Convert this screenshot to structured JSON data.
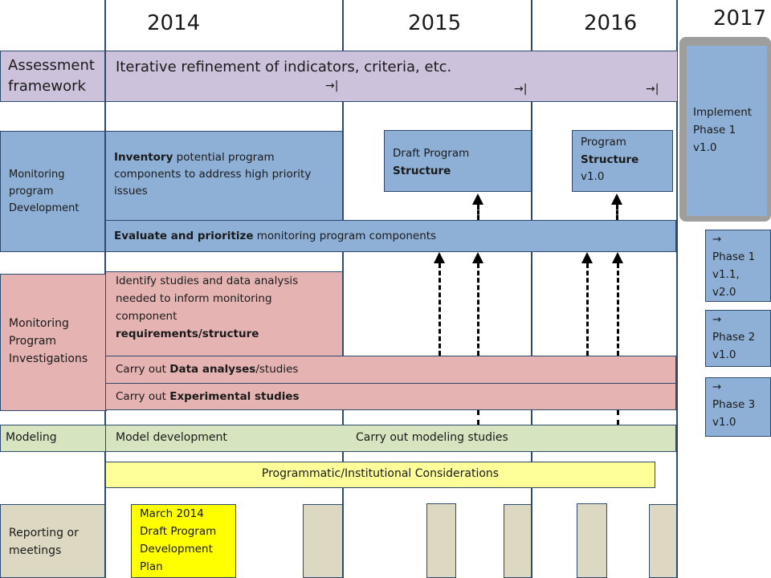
{
  "years": [
    "2014",
    "2015",
    "2016",
    "2017"
  ],
  "rows": {
    "assessment": "Assessment framework",
    "monitoring_dev": "Monitoring program Development",
    "investigations": "Monitoring Program Investigations",
    "modeling": "Modeling",
    "reporting": "Reporting or meetings"
  },
  "assessment_bar": {
    "text": "Iterative refinement of indicators, criteria, etc.",
    "marker": "→|"
  },
  "inventory": {
    "bold": "Inventory",
    "rest": " potential program components to address high priority issues"
  },
  "draft_structure": {
    "line1": "Draft Program",
    "bold": "Structure"
  },
  "program_structure": {
    "line1": "Program",
    "bold": "Structure",
    "line3": "v1.0"
  },
  "implement": "Implement Phase 1 v1.0",
  "evaluate": {
    "bold": "Evaluate and prioritize",
    "rest": " monitoring program components"
  },
  "identify": {
    "text": "Identify studies and data analysis needed to inform monitoring component",
    "bold": "requirements/structure"
  },
  "data_analyses": {
    "pre": "Carry out ",
    "bold": "Data analyses",
    "post": "/studies"
  },
  "experimental": {
    "pre": "Carry out ",
    "bold": "Experimental studies"
  },
  "model_development": "Model development",
  "modeling_studies": "Carry out modeling studies",
  "programmatic": "Programmatic/Institutional Considerations",
  "march_plan": "March 2014 Draft Program Development Plan",
  "phases": [
    {
      "arrow": "→",
      "text": "Phase 1 v1.1, v2.0"
    },
    {
      "arrow": "→",
      "text": "Phase 2 v1.0"
    },
    {
      "arrow": "→",
      "text": "Phase 3 v1.0"
    }
  ]
}
